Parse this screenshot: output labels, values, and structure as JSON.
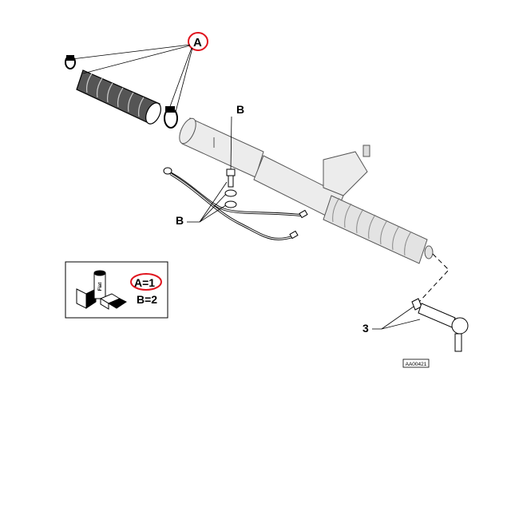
{
  "callouts": {
    "a": "A",
    "b_upper": "B",
    "b_lower": "B",
    "three": "3"
  },
  "legend": {
    "line1": "A=1",
    "line2": "B=2",
    "kit_text": "Fiat"
  },
  "reference_code": "AA00421",
  "colors": {
    "highlight_circle": "#e0141e",
    "line": "#000000",
    "part_fill": "#e6e6e6"
  }
}
